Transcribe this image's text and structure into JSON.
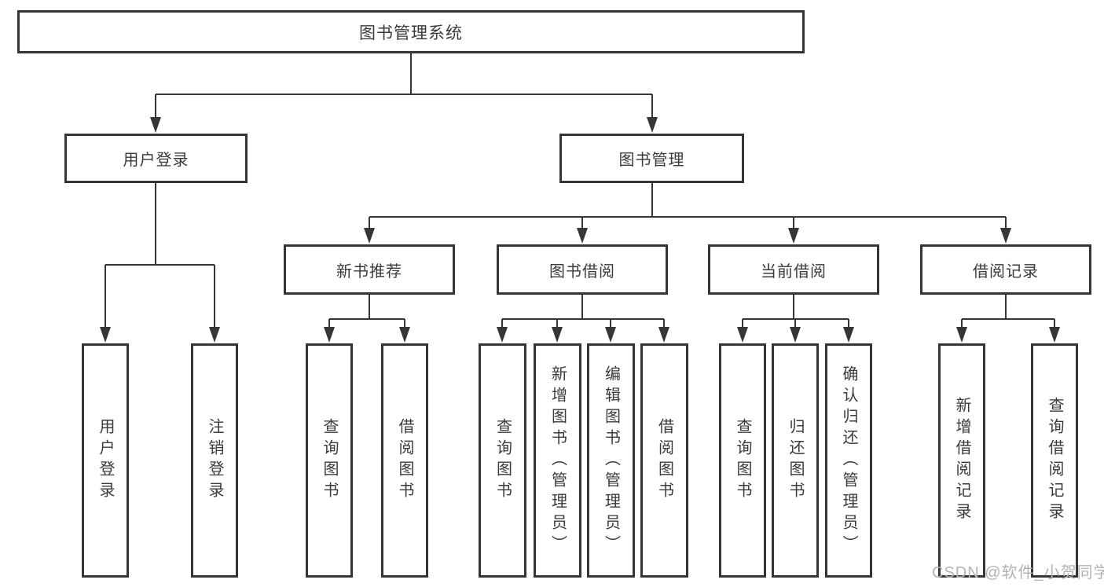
{
  "diagram": {
    "type": "tree",
    "title": "图书管理系统",
    "nodes": {
      "root": "图书管理系统",
      "level2": [
        "用户登录",
        "图书管理"
      ],
      "level3": [
        "新书推荐",
        "图书借阅",
        "当前借阅",
        "借阅记录"
      ],
      "leaves": {
        "user_login": [
          "用户登录",
          "注销登录"
        ],
        "new_book_recommend": [
          "查询图书",
          "借阅图书"
        ],
        "book_borrow": [
          "查询图书",
          "新增图书（管理员）",
          "编辑图书（管理员）",
          "借阅图书"
        ],
        "current_borrow": [
          "查询图书",
          "归还图书",
          "确认归还（管理员）"
        ],
        "borrow_record": [
          "新增借阅记录",
          "查询借阅记录"
        ]
      }
    },
    "edges": [
      {
        "from": "图书管理系统",
        "to": [
          "用户登录",
          "图书管理"
        ]
      },
      {
        "from": "用户登录",
        "to": [
          "用户登录",
          "注销登录"
        ]
      },
      {
        "from": "图书管理",
        "to": [
          "新书推荐",
          "图书借阅",
          "当前借阅",
          "借阅记录"
        ]
      },
      {
        "from": "新书推荐",
        "to": [
          "查询图书",
          "借阅图书"
        ]
      },
      {
        "from": "图书借阅",
        "to": [
          "查询图书",
          "新增图书（管理员）",
          "编辑图书（管理员）",
          "借阅图书"
        ]
      },
      {
        "from": "当前借阅",
        "to": [
          "查询图书",
          "归还图书",
          "确认归还（管理员）"
        ]
      },
      {
        "from": "借阅记录",
        "to": [
          "新增借阅记录",
          "查询借阅记录"
        ]
      }
    ]
  },
  "watermark": "CSDN @软件_小贺同学",
  "colors": {
    "line": "#363636",
    "box_border": "#353535",
    "text": "#3a3a3a",
    "background": "#ffffff",
    "watermark": "#b3b3b3"
  }
}
